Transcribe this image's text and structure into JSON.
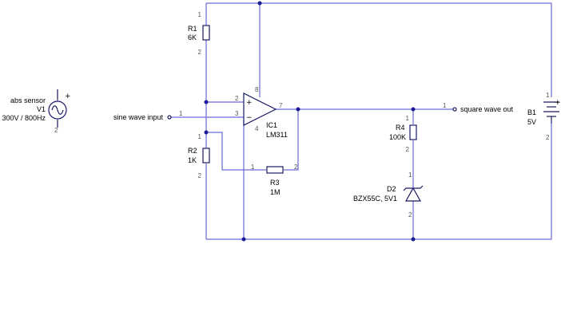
{
  "colors": {
    "wire": "#6a6ad6",
    "component": "#1a1a66",
    "junction": "#1a1a99"
  },
  "components": {
    "v1": {
      "label1": "abs sensor",
      "ref": "V1",
      "value": "300V / 800Hz",
      "plus": "+",
      "pin2": "2"
    },
    "r1": {
      "ref": "R1",
      "value": "6K",
      "pin1": "1",
      "pin2": "2"
    },
    "r2": {
      "ref": "R2",
      "value": "1K",
      "pin1": "1",
      "pin2": "2"
    },
    "r3": {
      "ref": "R3",
      "value": "1M",
      "pin1": "1",
      "pin2": "2"
    },
    "r4": {
      "ref": "R4",
      "value": "100K",
      "pin1": "1",
      "pin2": "2"
    },
    "ic1": {
      "ref": "IC1",
      "value": "LM311",
      "plus_sign": "+",
      "minus_sign": "−",
      "pin_plus": "2",
      "pin_minus": "3",
      "pin_out": "7",
      "pin_vcc": "8",
      "pin_gnd": "4"
    },
    "d2": {
      "ref": "D2",
      "value": "BZX55C, 5V1",
      "pin1": "1",
      "pin2": "2"
    },
    "b1": {
      "ref": "B1",
      "value": "5V",
      "pin1": "1",
      "pin2": "2",
      "plus": "+"
    }
  },
  "ports": {
    "input": {
      "label": "sine wave input",
      "pin": "1"
    },
    "output": {
      "label": "square wave out",
      "pin": "1"
    }
  }
}
